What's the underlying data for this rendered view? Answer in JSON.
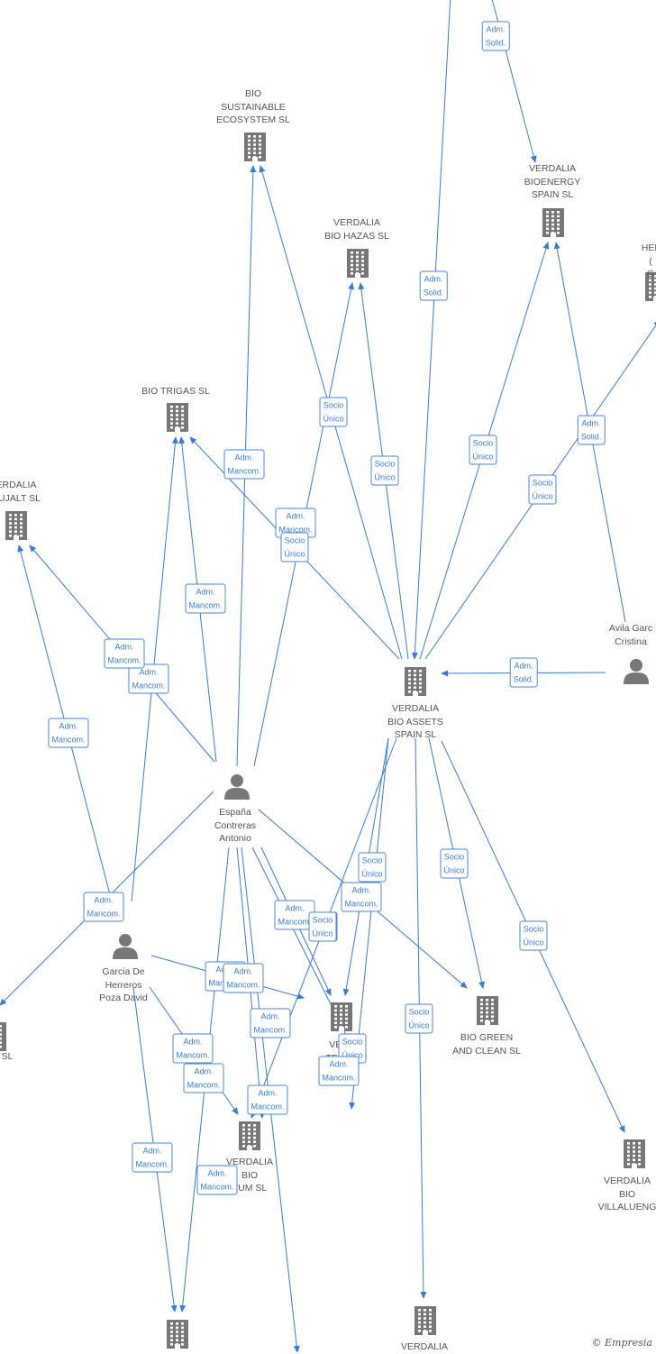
{
  "graph": {
    "nodes": [
      {
        "id": "bio_sustainable",
        "type": "company",
        "label": [
          "BIO",
          "SUSTAINABLE",
          "ECOSYSTEM SL"
        ]
      },
      {
        "id": "verdalia_bioenergy",
        "type": "company",
        "label": [
          "VERDALIA",
          "BIOENERGY",
          "SPAIN SL"
        ]
      },
      {
        "id": "verdalia_bio_hazas",
        "type": "company",
        "label": [
          "VERDALIA",
          "BIO HAZAS SL"
        ]
      },
      {
        "id": "hel",
        "type": "company",
        "label": [
          "HEL",
          "(",
          "G"
        ]
      },
      {
        "id": "bio_trigas",
        "type": "company",
        "label": [
          "BIO TRIGAS SL"
        ]
      },
      {
        "id": "verdalia_pujalt",
        "type": "company",
        "label": [
          "ERDALIA",
          "PUJALT SL"
        ]
      },
      {
        "id": "avila",
        "type": "person",
        "label": [
          "Avila Garc",
          "Cristina"
        ]
      },
      {
        "id": "verdalia_bio_assets",
        "type": "company",
        "label": [
          "VERDALIA",
          "BIO ASSETS",
          "SPAIN SL"
        ]
      },
      {
        "id": "espana",
        "type": "person",
        "label": [
          "España",
          "Contreras",
          "Antonio"
        ]
      },
      {
        "id": "garcia",
        "type": "person",
        "label": [
          "Garcia De",
          "Herreros",
          "Poza David"
        ]
      },
      {
        "id": "left_sl",
        "type": "company",
        "label": [
          "SL"
        ]
      },
      {
        "id": "verdalia_te",
        "type": "company",
        "label": [
          "VER",
          "TE SL"
        ]
      },
      {
        "id": "bio_green",
        "type": "company",
        "label": [
          "BIO GREEN",
          "AND CLEAN SL"
        ]
      },
      {
        "id": "verdalia_villaluenga",
        "type": "company",
        "label": [
          "VERDALIA",
          "BIO",
          "VILLALUENG"
        ]
      },
      {
        "id": "verdalia_bio_tum",
        "type": "company",
        "label": [
          "VERDALIA",
          "BIO",
          "TUM SL"
        ]
      },
      {
        "id": "bottom_company",
        "type": "company",
        "label": []
      },
      {
        "id": "verdalia_bottom",
        "type": "company",
        "label": [
          "VERDALIA"
        ]
      },
      {
        "id": "off_bottom",
        "type": "offscreen",
        "label": []
      }
    ],
    "edges": [
      {
        "from": "top_off_a",
        "to": "verdalia_bioenergy",
        "label": [
          "Adm.",
          "Solid."
        ]
      },
      {
        "from": "top_off_b",
        "to": "verdalia_bio_assets",
        "label": [
          "Adm.",
          "Solid."
        ]
      },
      {
        "from": "espana",
        "to": "bio_sustainable",
        "label": [
          "Adm.",
          "Mancom."
        ]
      },
      {
        "from": "verdalia_bio_assets",
        "to": "bio_sustainable",
        "label": [
          "Socio",
          "Único"
        ]
      },
      {
        "from": "verdalia_bio_assets",
        "to": "verdalia_bio_hazas",
        "label": [
          "Socio",
          "Único"
        ]
      },
      {
        "from": "espana",
        "to": "verdalia_bio_hazas",
        "label": [
          "Adm.",
          "Mancom."
        ]
      },
      {
        "from": "verdalia_bio_assets",
        "to": "verdalia_bioenergy",
        "label": [
          "Socio",
          "Único"
        ]
      },
      {
        "from": "avila",
        "to": "verdalia_bioenergy",
        "label": [
          "Adm.",
          "Solid."
        ]
      },
      {
        "from": "verdalia_bio_assets",
        "to": "hel",
        "label": [
          "Socio",
          "Único"
        ]
      },
      {
        "from": "verdalia_bio_assets",
        "to": "bio_trigas",
        "label": [
          "Socio",
          "Único"
        ]
      },
      {
        "from": "espana",
        "to": "bio_trigas",
        "label": [
          "Adm.",
          "Mancom."
        ]
      },
      {
        "from": "garcia",
        "to": "bio_trigas",
        "label": [
          "Adm.",
          "Mancom."
        ]
      },
      {
        "from": "espana",
        "to": "verdalia_pujalt",
        "label": [
          "Adm.",
          "Mancom."
        ]
      },
      {
        "from": "garcia",
        "to": "verdalia_pujalt",
        "label": [
          "Adm.",
          "Mancom."
        ]
      },
      {
        "from": "avila",
        "to": "verdalia_bio_assets",
        "label": [
          "Adm.",
          "Solid."
        ]
      },
      {
        "from": "espana",
        "to": "left_sl",
        "label": [
          "Adm.",
          "Mancom."
        ]
      },
      {
        "from": "verdalia_bio_assets",
        "to": "verdalia_te",
        "label": [
          "Socio",
          "Único"
        ]
      },
      {
        "from": "espana",
        "to": "bio_green",
        "label": [
          "Adm.",
          "Mancom."
        ]
      },
      {
        "from": "verdalia_bio_assets",
        "to": "bio_green",
        "label": [
          "Socio",
          "Único"
        ]
      },
      {
        "from": "verdalia_bio_assets",
        "to": "verdalia_villaluenga",
        "label": [
          "Socio",
          "Único"
        ]
      },
      {
        "from": "espana",
        "to": "verdalia_te",
        "label": [
          "Adm.",
          "Mancom."
        ]
      },
      {
        "from": "verdalia_bio_assets",
        "to": "verdalia_bio_tum",
        "label": [
          "Socio",
          "Único"
        ]
      },
      {
        "from": "garcia",
        "to": "verdalia_te",
        "label": [
          "Adm.",
          "Mancom."
        ]
      },
      {
        "from": "verdalia_bio_assets",
        "to": "verdalia_bottom",
        "label": [
          "Socio",
          "Único"
        ]
      },
      {
        "from": "verdalia_bio_assets",
        "to": "verdalia_bottom",
        "label": [
          "Socio",
          "Único"
        ]
      },
      {
        "from": "espana",
        "to": "verdalia_bio_tum",
        "label": [
          "Adm.",
          "Mancom."
        ]
      },
      {
        "from": "garcia",
        "to": "verdalia_bio_tum",
        "label": [
          "Adm.",
          "Mancom."
        ]
      },
      {
        "from": "garcia",
        "to": "bottom_company",
        "label": [
          "Adm.",
          "Mancom."
        ]
      },
      {
        "from": "espana",
        "to": "bottom_company",
        "label": [
          "Adm.",
          "Mancom."
        ]
      },
      {
        "from": "espana",
        "to": "verdalia_te",
        "label": [
          "Adm.",
          "Mancom."
        ]
      },
      {
        "from": "espana",
        "to": "verdalia_te",
        "label": [
          "Adm.",
          "Mancom."
        ]
      },
      {
        "from": "espana",
        "to": "off_bottom",
        "label": [
          "Adm.",
          "Mancom."
        ]
      }
    ]
  },
  "footer": {
    "copyright_symbol": "©",
    "brand": "Empresia"
  },
  "colors": {
    "edge": "#3a7bd5",
    "icon": "#777777",
    "label_text": "#555555",
    "relation_text": "#3a7bd5"
  }
}
